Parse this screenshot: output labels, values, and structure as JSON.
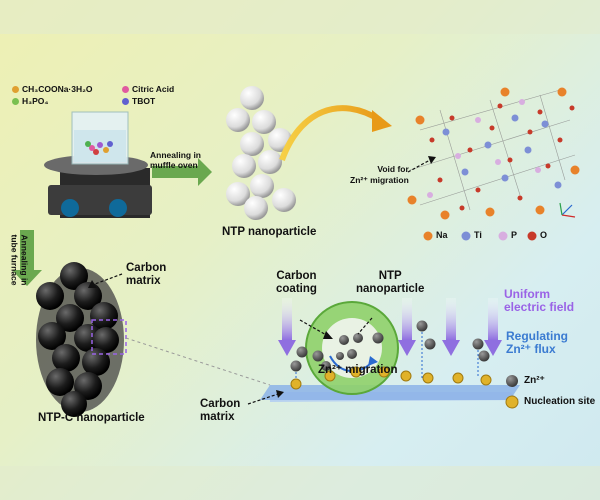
{
  "reagents": {
    "r1": "CH₃COONa·3H₂O",
    "r2": "H₃PO₄",
    "r3": "Citric Acid",
    "r4": "TBOT"
  },
  "steps": {
    "annealing_muffle": "Annealing in\nmuffle oven",
    "annealing_tube": "Annealing in\ntube furnace"
  },
  "labels": {
    "ntp_nanoparticle": "NTP nanoparticle",
    "carbon_matrix_top": "Carbon\nmatrix",
    "ntpc_nanoparticle": "NTP-C nanoparticle",
    "void": "Void for\nZn²⁺ migration",
    "carbon_coating": "Carbon\ncoating",
    "ntp_nanoparticle2": "NTP\nnanoparticle",
    "zn_migration": "Zn²⁺ migration",
    "carbon_matrix_bottom": "Carbon\nmatrix",
    "uniform_field": "Uniform\nelectric field",
    "regulating_flux": "Regulating\nZn²⁺ flux"
  },
  "legend": {
    "na": "Na",
    "ti": "Ti",
    "p": "P",
    "o": "O",
    "zn": "Zn²⁺",
    "nucleation": "Nucleation site"
  },
  "colors": {
    "na": "#e8822a",
    "ti": "#7d8fd6",
    "p": "#d8aee0",
    "o": "#c73a2a",
    "zn": "#555555",
    "nucleation": "#e0b22a",
    "field": "#a78be0",
    "coating": "#7cc65a",
    "substrate": "#8cb3e8"
  }
}
